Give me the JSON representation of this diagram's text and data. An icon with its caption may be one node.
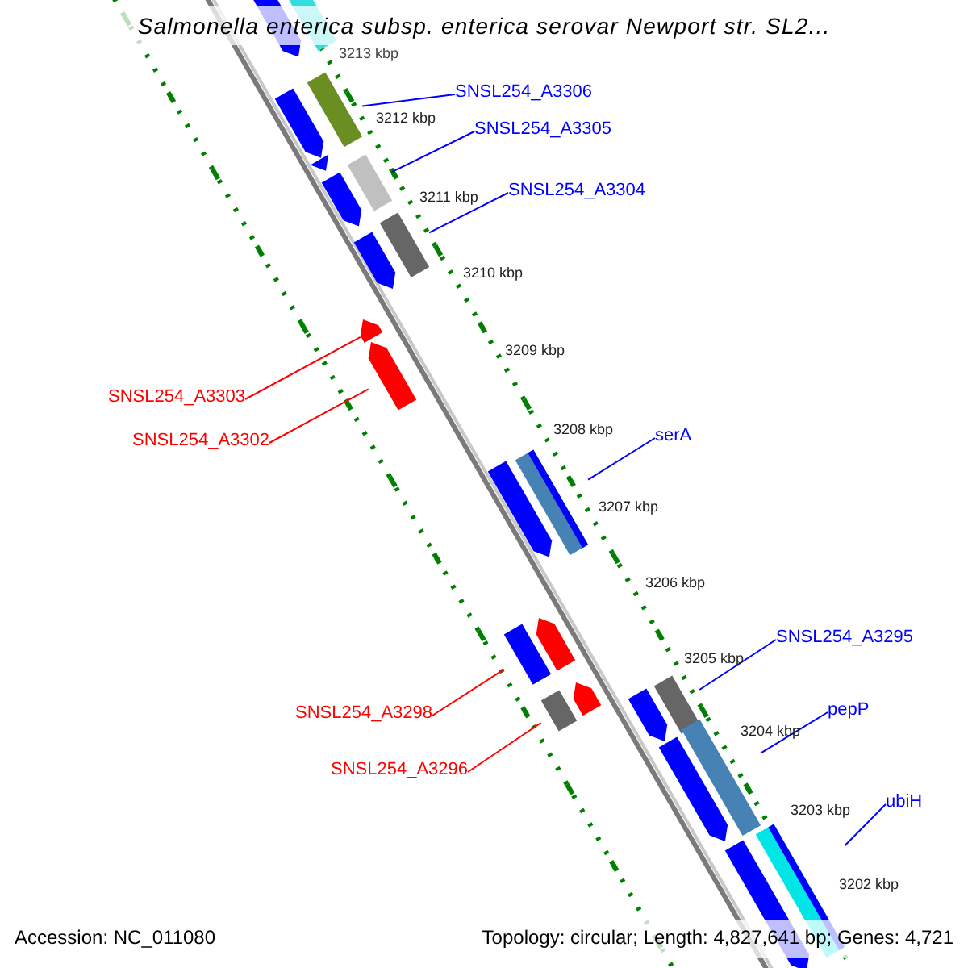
{
  "diagram": {
    "title": "Salmonella enterica subsp. enterica serovar Newport str. SL2...",
    "nodes": [
      {
        "text": [
          "SNSL254_A3306"
        ]
      },
      {
        "text": [
          "SNSL254_A3305"
        ]
      },
      {
        "text": [
          "SNSL254_A3304"
        ]
      },
      {
        "text": [
          "SNSL254_A3303"
        ]
      },
      {
        "text": [
          "serA"
        ]
      },
      {
        "text": [
          "SNSL254_A3302"
        ]
      },
      {
        "text": [
          "SNSL254_A3295"
        ]
      },
      {
        "text": [
          "pepP"
        ]
      },
      {
        "text": [
          "SNSL254_A3298"
        ]
      },
      {
        "text": [
          "SNSL254_A3296"
        ]
      },
      {
        "text": [
          "ubiH"
        ]
      },
      {
        "text": [],
        "shape": "bar"
      },
      {
        "text": [],
        "shape": "bar"
      },
      {
        "text": [],
        "shape": "bar"
      },
      {
        "text": [],
        "shape": "bar"
      },
      {
        "text": [],
        "shape": "bar"
      },
      {
        "text": [],
        "shape": "bar"
      },
      {
        "text": [],
        "shape": "bar"
      },
      {
        "text": [],
        "shape": "bar"
      },
      {
        "text": [],
        "shape": "bar"
      },
      {
        "text": [],
        "shape": "bar"
      },
      {
        "text": [],
        "shape": "bar"
      },
      {
        "text": [],
        "shape": "bar"
      },
      {
        "text": [],
        "shape": "bar"
      },
      {
        "text": [],
        "shape": "bar"
      },
      {
        "text": [],
        "shape": "bar"
      },
      {
        "text": [],
        "shape": "bar"
      },
      {
        "text": [],
        "shape": "bar"
      },
      {
        "text": [],
        "shape": "bar"
      },
      {
        "text": [],
        "shape": "bar"
      },
      {
        "text": [],
        "shape": "bar"
      },
      {
        "text": [],
        "shape": "bar"
      },
      {
        "text": [],
        "shape": "bar"
      },
      {
        "text": [],
        "shape": "bar"
      }
    ],
    "edges": [
      {
        "from": 0,
        "to": 13,
        "arrow": "none"
      },
      {
        "from": 1,
        "to": 16,
        "arrow": "none"
      },
      {
        "from": 2,
        "to": 18,
        "arrow": "none"
      },
      {
        "from": 3,
        "to": 20,
        "arrow": "none",
        "color": "#ff0000"
      },
      {
        "from": 4,
        "to": 23,
        "arrow": "none"
      },
      {
        "from": 5,
        "to": 21,
        "arrow": "none",
        "color": "#ff0000"
      },
      {
        "from": 6,
        "to": 28,
        "arrow": "none"
      },
      {
        "from": 7,
        "to": 30,
        "arrow": "none"
      },
      {
        "from": 8,
        "to": 24,
        "arrow": "none",
        "color": "#ff0000"
      },
      {
        "from": 9,
        "to": 26,
        "arrow": "none",
        "color": "#ff0000"
      },
      {
        "from": 10,
        "to": 32,
        "arrow": "none"
      }
    ],
    "labels": [
      "3213 kbp",
      "3212 kbp",
      "3211 kbp",
      "3210 kbp",
      "3209 kbp",
      "3208 kbp",
      "3207 kbp",
      "3206 kbp",
      "3205 kbp",
      "3204 kbp",
      "3203 kbp",
      "3202 kbp",
      "Accession: NC_011080",
      "Topology: circular; Length: 4,827,641 bp; Genes: 4,721"
    ]
  }
}
